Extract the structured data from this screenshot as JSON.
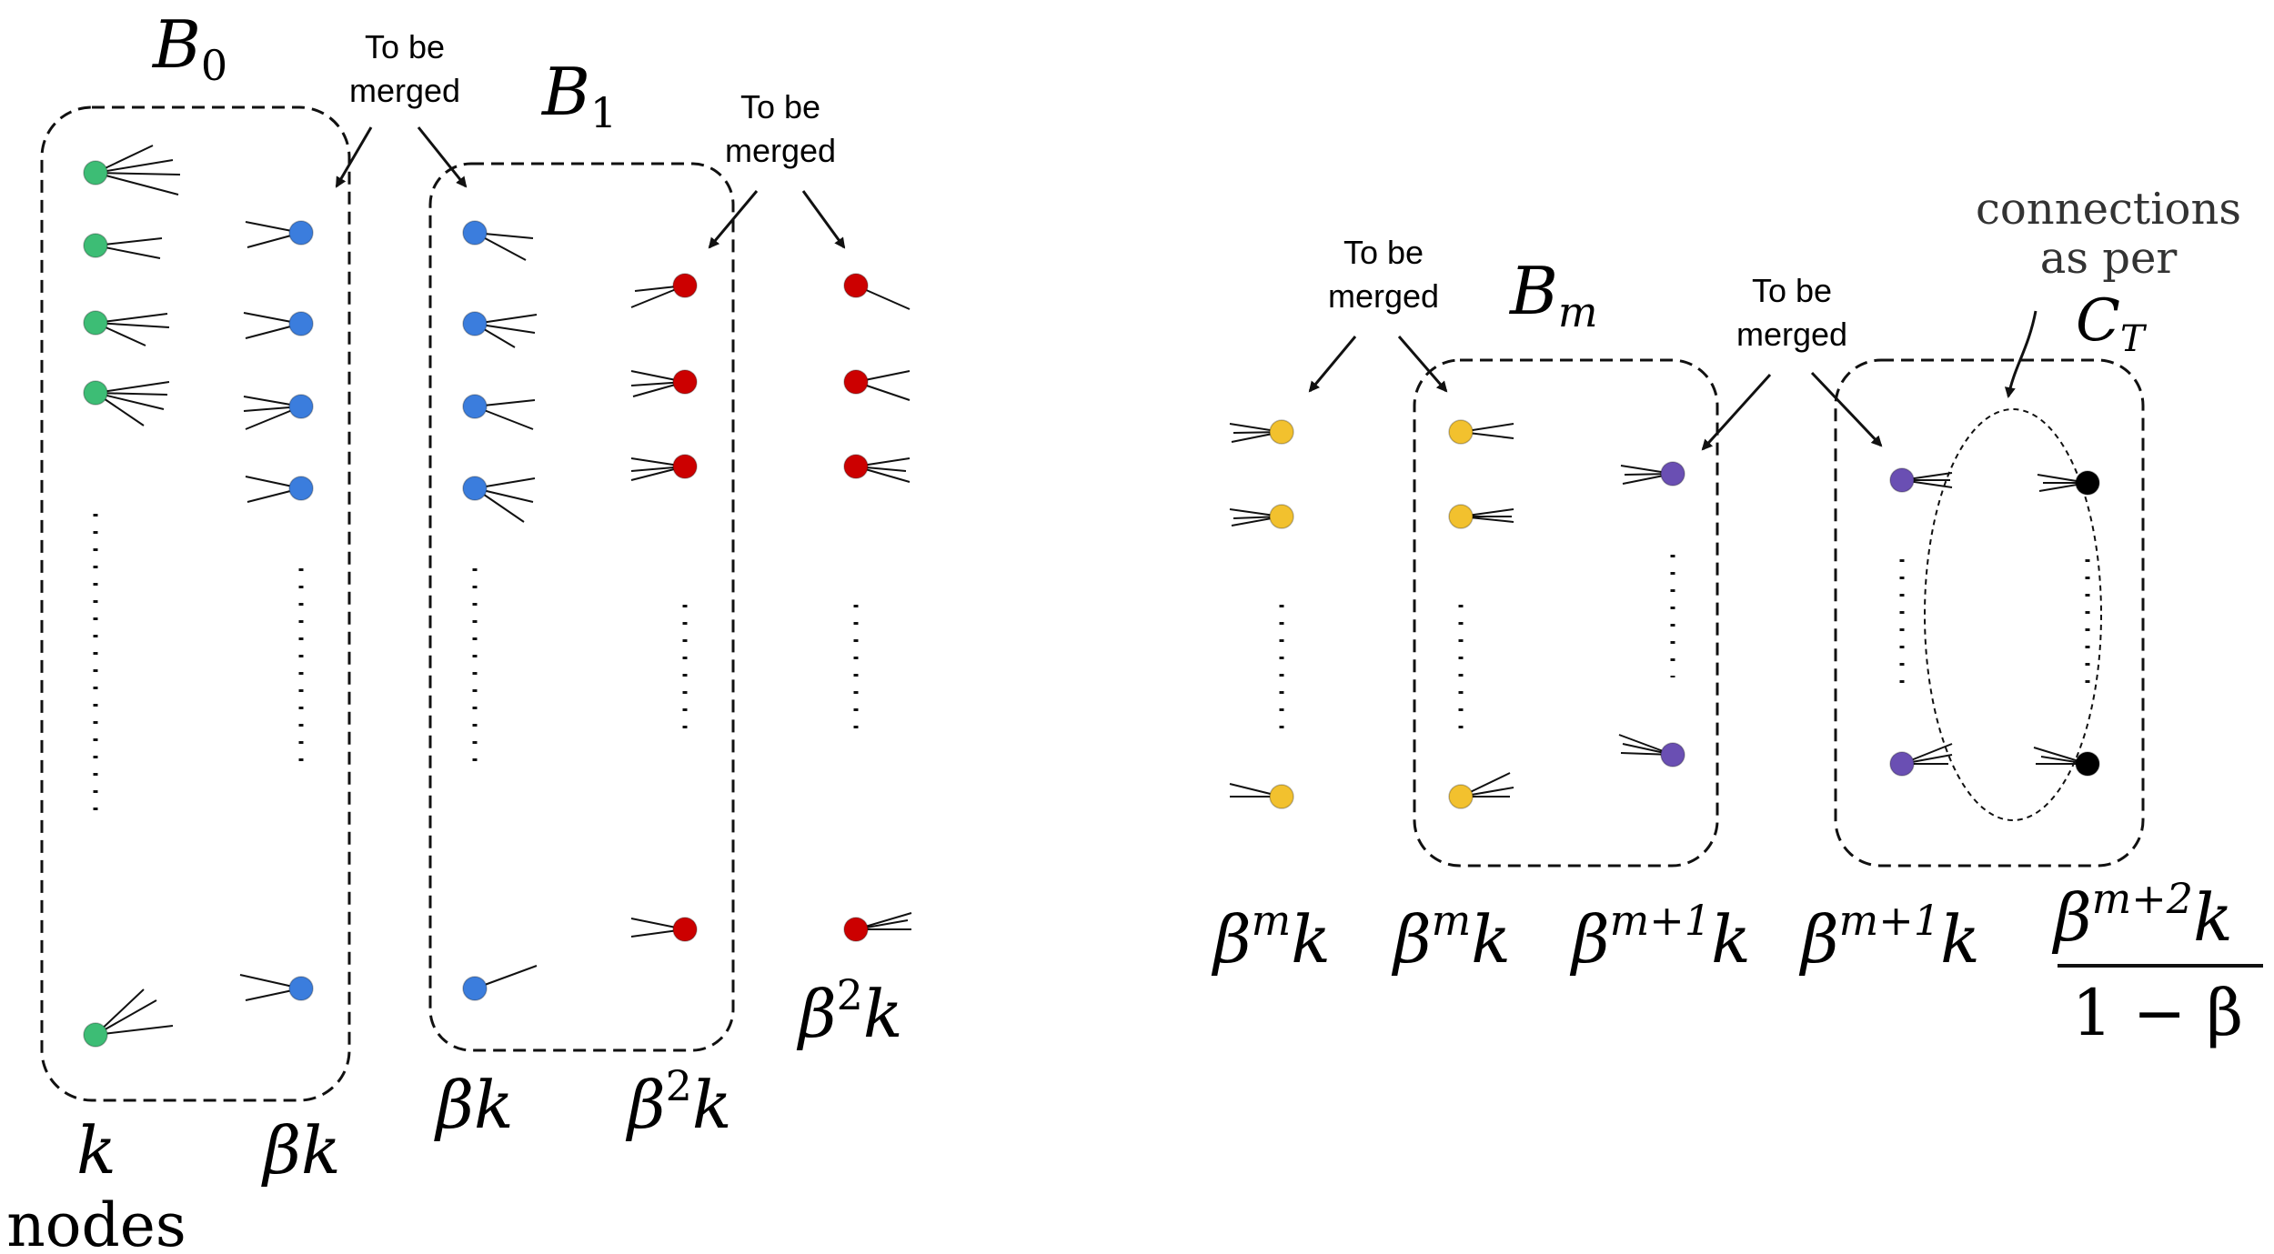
{
  "colors": {
    "green": "#3dbd75",
    "blue": "#3b7ddd",
    "red": "#cc0000",
    "yellow": "#f2c12e",
    "purple": "#6a4fb3",
    "black": "#000000"
  },
  "labels": {
    "b0": "B",
    "b0_sub": "0",
    "b1": "B",
    "b1_sub": "1",
    "bm": "B",
    "bm_sub": "m",
    "merge1_l1": "To be",
    "merge1_l2": "merged",
    "merge2_l1": "To be",
    "merge2_l2": "merged",
    "merge3_l1": "To be",
    "merge3_l2": "merged",
    "merge4_l1": "To be",
    "merge4_l2": "merged",
    "conn_l1": "connections",
    "conn_l2": "as per",
    "conn_l3": "C",
    "conn_l3_sub": "T",
    "col_k": "k",
    "col_nodes": "nodes",
    "col_beta_k_a": "βk",
    "col_beta_k_b": "βk",
    "col_beta2_k_a": "β",
    "col_beta2_k_a_sup": "2",
    "col_beta2_k_a_k": "k",
    "col_beta2_k_b": "β",
    "col_beta2_k_b_sup": "2",
    "col_beta2_k_b_k": "k",
    "col_bmk_a": "β",
    "col_bmk_a_sup": "m",
    "col_bmk_a_k": "k",
    "col_bmk_b": "β",
    "col_bmk_b_sup": "m",
    "col_bmk_b_k": "k",
    "col_bm1k_a": "β",
    "col_bm1k_a_sup": "m+1",
    "col_bm1k_a_k": "k",
    "col_bm1k_b": "β",
    "col_bm1k_b_sup": "m+1",
    "col_bm1k_b_k": "k",
    "frac_num": "β",
    "frac_num_sup": "m+2",
    "frac_num_k": "k",
    "frac_den": "1 − β"
  }
}
